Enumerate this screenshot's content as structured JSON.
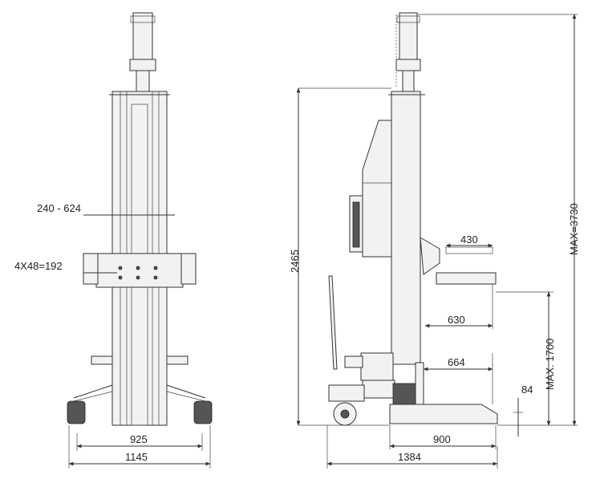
{
  "front_view": {
    "dims": {
      "adjust_range": "240 - 624",
      "holes": "4X48=192",
      "inner_width": "925",
      "outer_width": "1145"
    }
  },
  "side_view": {
    "dims": {
      "height": "2465",
      "max_height": "MAX=3730",
      "max_lift": "MAX. 1700",
      "fork_width": "430",
      "fork_reach": "630",
      "fork_base": "664",
      "base_height": "84",
      "base_length": "900",
      "total_length": "1384"
    }
  }
}
